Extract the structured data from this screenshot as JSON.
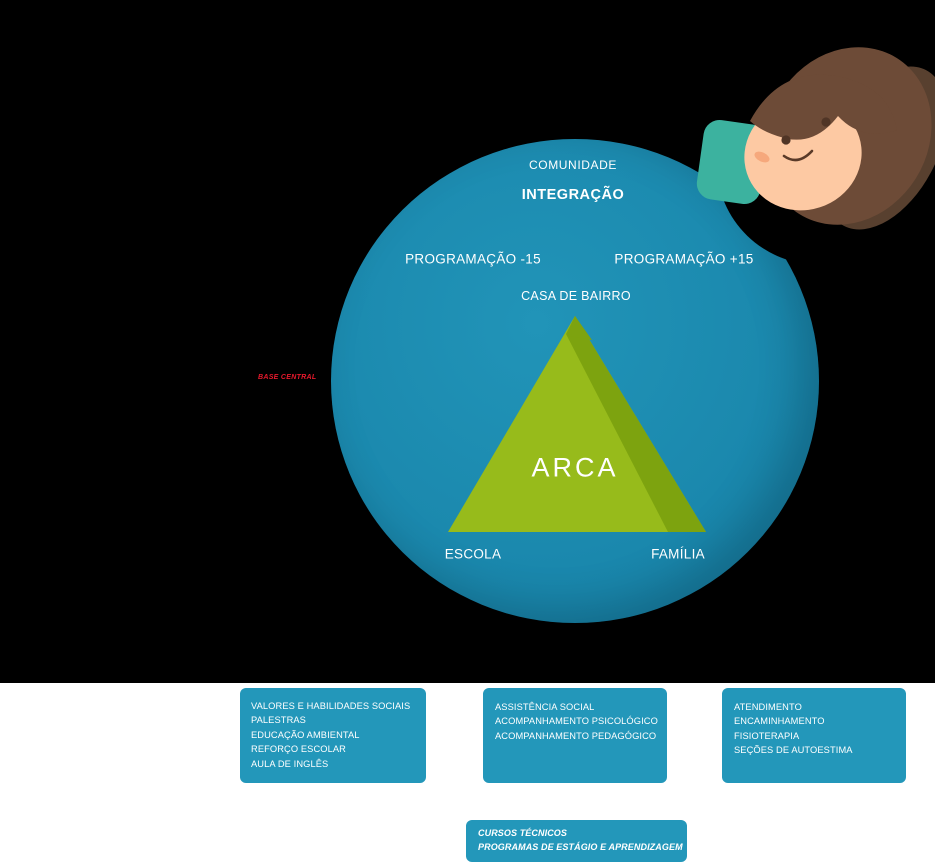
{
  "colors": {
    "background": "#000000",
    "panel": "#ffffff",
    "circle": "#1b89ae",
    "triangle": "#97bb1b",
    "triangle_shadow": "#7da30f",
    "box": "#2397ba",
    "accent_red": "#e8192c",
    "mascot_skin": "#fdc9a3",
    "mascot_hair": "#6d4b37",
    "mascot_hair_dark": "#58402f",
    "mascot_shirt": "#3cb29f"
  },
  "circle": {
    "top_label": "COMUNIDADE",
    "heading": "INTEGRAÇÃO",
    "program_left": "PROGRAMAÇÃO -15",
    "program_right": "PROGRAMAÇÃO +15",
    "house_label": "CASA DE BAIRRO",
    "triangle_label": "ARCA",
    "bottom_left_label": "ESCOLA",
    "bottom_right_label": "FAMÍLIA"
  },
  "side_label": "BASE CENTRAL",
  "boxes": {
    "left": {
      "lines": [
        "VALORES E HABILIDADES SOCIAIS",
        "PALESTRAS",
        "EDUCAÇÃO AMBIENTAL",
        "REFORÇO ESCOLAR",
        "AULA DE INGLÊS"
      ]
    },
    "center": {
      "lines": [
        "ASSISTÊNCIA SOCIAL",
        "ACOMPANHAMENTO PSICOLÓGICO",
        "ACOMPANHAMENTO PEDAGÓGICO"
      ]
    },
    "right": {
      "lines": [
        "ATENDIMENTO",
        "ENCAMINHAMENTO",
        "FISIOTERAPIA",
        "SEÇÕES DE AUTOESTIMA"
      ]
    },
    "bottom": {
      "lines": [
        "CURSOS TÉCNICOS",
        "PROGRAMAS DE ESTÁGIO E APRENDIZAGEM"
      ]
    }
  }
}
